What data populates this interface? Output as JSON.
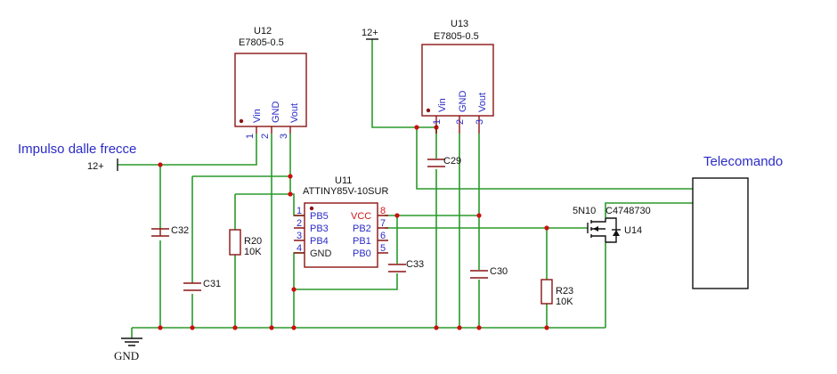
{
  "labels": {
    "impulso": "Impulso dalle frecce",
    "telecomando": "Telecomando",
    "vcc1": "12+",
    "vcc2": "12+",
    "gnd": "GND"
  },
  "regulators": [
    {
      "ref": "U12",
      "value": "E7805-0.5",
      "pins": [
        {
          "num": "1",
          "name": "Vin"
        },
        {
          "num": "2",
          "name": "GND"
        },
        {
          "num": "3",
          "name": "Vout"
        }
      ]
    },
    {
      "ref": "U13",
      "value": "E7805-0.5",
      "pins": [
        {
          "num": "1",
          "name": "Vin"
        },
        {
          "num": "2",
          "name": "GND"
        },
        {
          "num": "3",
          "name": "Vout"
        }
      ]
    }
  ],
  "mcu": {
    "ref": "U11",
    "value": "ATTINY85V-10SUR",
    "left_pins": [
      {
        "num": "1",
        "name": "PB5"
      },
      {
        "num": "2",
        "name": "PB3"
      },
      {
        "num": "3",
        "name": "PB4"
      },
      {
        "num": "4",
        "name": "GND"
      }
    ],
    "right_pins": [
      {
        "num": "8",
        "name": "VCC"
      },
      {
        "num": "7",
        "name": "PB2"
      },
      {
        "num": "6",
        "name": "PB1"
      },
      {
        "num": "5",
        "name": "PB0"
      }
    ]
  },
  "mosfet": {
    "ref": "U14",
    "value": "5N10",
    "part": "C4748730"
  },
  "capacitors": {
    "c32": "C32",
    "c31": "C31",
    "c29": "C29",
    "c30": "C30",
    "c33": "C33"
  },
  "resistors": {
    "r20": {
      "ref": "R20",
      "value": "10K"
    },
    "r23": {
      "ref": "R23",
      "value": "10K"
    }
  }
}
